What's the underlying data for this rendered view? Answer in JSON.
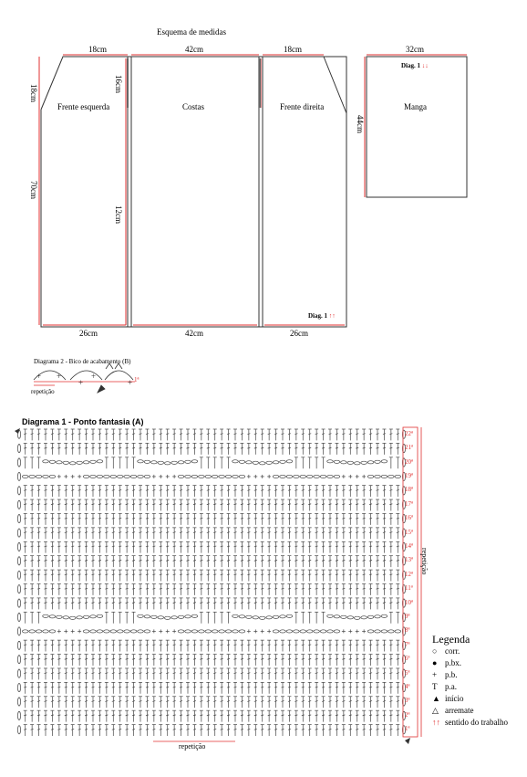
{
  "schema": {
    "title": "Esquema de medidas",
    "top_widths": [
      "18cm",
      "42cm",
      "18cm",
      "32cm"
    ],
    "bottom_widths": [
      "26cm",
      "42cm",
      "26cm"
    ],
    "heights": {
      "shoulder": "18cm",
      "body": "70cm",
      "neck": "16cm",
      "back": "12cm",
      "sleeve": "44cm"
    },
    "pieces": [
      "Frente esquerda",
      "Costas",
      "Frente direita",
      "Manga"
    ],
    "diag_label_body": "Diag. 1",
    "diag_label_sleeve": "Diag. 1",
    "arrows_up": "↑↑",
    "arrows_down": "↓↓"
  },
  "diagram2": {
    "title": "Diagrama 2 - Bico de acabamento (B)",
    "repeat_label": "repetição",
    "row_label": "1ª"
  },
  "diagram1": {
    "title": "Diagrama 1 - Ponto fantasia (A)",
    "rows": [
      "22ª",
      "21ª",
      "20ª",
      "19ª",
      "18ª",
      "17ª",
      "16ª",
      "15ª",
      "14ª",
      "13ª",
      "12ª",
      "11ª",
      "10ª",
      "9ª",
      "8ª",
      "7ª",
      "6ª",
      "5ª",
      "4ª",
      "3ª",
      "2ª",
      "1ª"
    ],
    "repeat_label": "repetição",
    "repeat_label_side": "repetição"
  },
  "legend": {
    "title": "Legenda",
    "items": [
      {
        "symbol": "○",
        "label": "corr."
      },
      {
        "symbol": "●",
        "label": "p.bx."
      },
      {
        "symbol": "+",
        "label": "p.b."
      },
      {
        "symbol": "T",
        "label": "p.a."
      },
      {
        "symbol": "▲",
        "label": "início"
      },
      {
        "symbol": "△",
        "label": "arremate"
      },
      {
        "symbol": "↑↑",
        "label": "sentido do trabalho"
      }
    ]
  },
  "colors": {
    "accent": "#e03030",
    "line": "#333333"
  }
}
